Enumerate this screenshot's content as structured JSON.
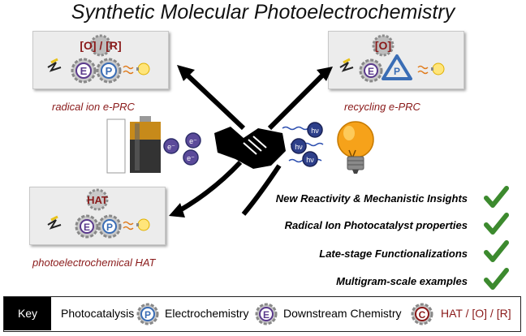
{
  "title": "Synthetic Molecular Photoelectrochemistry",
  "panels": {
    "top_left": {
      "badge": "[O] / [R]",
      "label": "radical ion e-PRC"
    },
    "top_right": {
      "badge": "[O]",
      "label": "recycling e-PRC"
    },
    "bottom_left": {
      "badge": "HAT",
      "label": "photoelectrochemical HAT"
    }
  },
  "gear_letters": {
    "electro": "E",
    "photo": "P",
    "downstream": "C"
  },
  "electron_symbol": "e⁻",
  "photon_symbol": "hν",
  "features": [
    "New Reactivity & Mechanistic Insights",
    "Radical Ion Photocatalyst properties",
    "Late-stage Functionalizations",
    "Multigram-scale examples"
  ],
  "key": {
    "tag": "Key",
    "items": [
      "Photocatalysis",
      "Electrochemistry",
      "Downstream Chemistry",
      "HAT / [O] / [R]"
    ]
  },
  "colors": {
    "panel_label": "#8a1a1a",
    "electro_gear": "#5b3a8c",
    "photo_gear": "#3a6db5",
    "downstream_gear": "#8a1a1a",
    "check": "#3c8a2e",
    "bulb": "#f6a21a"
  }
}
